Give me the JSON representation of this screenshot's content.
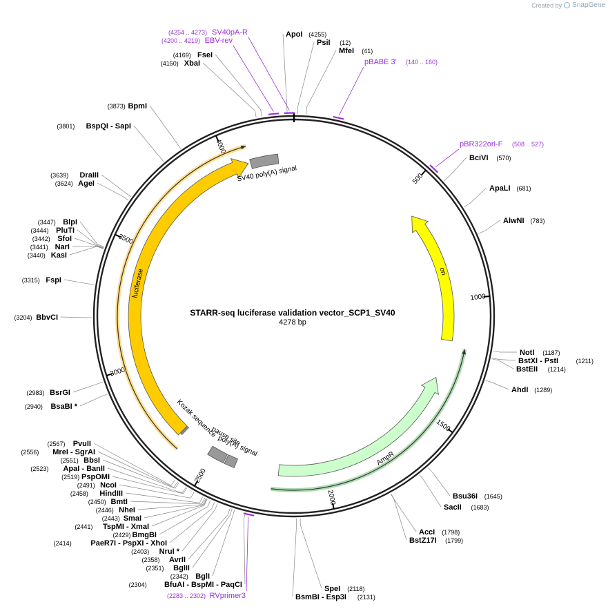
{
  "credit": {
    "prefix": "Created by",
    "brand": "SnapGene"
  },
  "plasmid": {
    "name": "STARR-seq luciferase validation vector_SCP1_SV40",
    "length_label": "4278 bp",
    "length": 4278
  },
  "ticks": [
    {
      "pos": 500,
      "label": "500"
    },
    {
      "pos": 1000,
      "label": "1000"
    },
    {
      "pos": 1500,
      "label": "1500"
    },
    {
      "pos": 2000,
      "label": "2000"
    },
    {
      "pos": 2500,
      "label": "2500"
    },
    {
      "pos": 3000,
      "label": "3000"
    },
    {
      "pos": 3500,
      "label": "3500"
    },
    {
      "pos": 4000,
      "label": "4000"
    }
  ],
  "features": [
    {
      "name": "ori",
      "start": 590,
      "end": 1175,
      "strand": -1,
      "color": "#ffff00"
    },
    {
      "name": "AmpR",
      "start": 1346,
      "end": 2206,
      "strand": -1,
      "color": "#ccffcc"
    },
    {
      "name": "luciferase",
      "start": 2665,
      "end": 4080,
      "strand": 1,
      "color": "#ffcc00"
    },
    {
      "name": "SV40 poly(A) signal",
      "start": 4090,
      "end": 4210,
      "strand": 0,
      "color": "#999999"
    },
    {
      "name": "poly(A) signal",
      "start": 2395,
      "end": 2440,
      "strand": 0,
      "color": "#999999"
    },
    {
      "name": "pause site",
      "start": 2445,
      "end": 2520,
      "strand": 0,
      "color": "#999999"
    },
    {
      "name": "Kozak sequence",
      "start": 2655,
      "end": 2662,
      "strand": 0,
      "color": "#999999"
    }
  ],
  "primers": [
    {
      "name": "SV40pA-R",
      "range": "(4254 .. 4273)",
      "site": 4263
    },
    {
      "name": "EBV-rev",
      "range": "(4200 .. 4219)",
      "site": 4210
    },
    {
      "name": "pBABE 3'",
      "range": "(140 .. 160)",
      "site": 150
    },
    {
      "name": "pBR322ori-F",
      "range": "(508 .. 527)",
      "site": 517
    },
    {
      "name": "RVprimer3",
      "range": "(2283 .. 2302)",
      "site": 2292
    }
  ],
  "enzymes": [
    {
      "label": "ApoI",
      "pos_label": "(4255)",
      "pos": 4255
    },
    {
      "label": "PsiI",
      "pos_label": "(12)",
      "pos": 12
    },
    {
      "label": "MfeI",
      "pos_label": "(41)",
      "pos": 41
    },
    {
      "label": "FseI",
      "pos_label": "(4169)",
      "pos": 4169
    },
    {
      "label": "XbaI",
      "pos_label": "(4150)",
      "pos": 4150
    },
    {
      "label": "BpmI",
      "pos_label": "(3873)",
      "pos": 3873
    },
    {
      "label": "BspQI - SapI",
      "pos_label": "(3801)",
      "pos": 3801
    },
    {
      "label": "DraIII",
      "pos_label": "(3639)",
      "pos": 3639
    },
    {
      "label": "AgeI",
      "pos_label": "(3624)",
      "pos": 3624
    },
    {
      "label": "BlpI",
      "pos_label": "(3447)",
      "pos": 3447
    },
    {
      "label": "PluTI",
      "pos_label": "(3444)",
      "pos": 3444
    },
    {
      "label": "SfoI",
      "pos_label": "(3442)",
      "pos": 3442
    },
    {
      "label": "NarI",
      "pos_label": "(3441)",
      "pos": 3441
    },
    {
      "label": "KasI",
      "pos_label": "(3440)",
      "pos": 3440
    },
    {
      "label": "FspI",
      "pos_label": "(3315)",
      "pos": 3315
    },
    {
      "label": "BbvCI",
      "pos_label": "(3204)",
      "pos": 3204
    },
    {
      "label": "BsrGI",
      "pos_label": "(2983)",
      "pos": 2983
    },
    {
      "label": "BsaBI *",
      "pos_label": "(2940)",
      "pos": 2940
    },
    {
      "label": "PvuII",
      "pos_label": "(2567)",
      "pos": 2567
    },
    {
      "label": "MreI - SgrAI",
      "pos_label": "(2556)",
      "pos": 2556
    },
    {
      "label": "BbsI",
      "pos_label": "(2551)",
      "pos": 2551
    },
    {
      "label": "ApaI - BanII",
      "pos_label": "(2523)",
      "pos": 2523
    },
    {
      "label": "PspOMI",
      "pos_label": "(2519)",
      "pos": 2519
    },
    {
      "label": "NcoI",
      "pos_label": "(2491)",
      "pos": 2491
    },
    {
      "label": "HindIII",
      "pos_label": "(2458)",
      "pos": 2458
    },
    {
      "label": "BmtI",
      "pos_label": "(2450)",
      "pos": 2450
    },
    {
      "label": "NheI",
      "pos_label": "(2446)",
      "pos": 2446
    },
    {
      "label": "SmaI",
      "pos_label": "(2443)",
      "pos": 2443
    },
    {
      "label": "TspMI - XmaI",
      "pos_label": "(2441)",
      "pos": 2441
    },
    {
      "label": "BmgBI",
      "pos_label": "(2429)",
      "pos": 2429
    },
    {
      "label": "PaeR7I - PspXI - XhoI",
      "pos_label": "(2414)",
      "pos": 2414
    },
    {
      "label": "NruI *",
      "pos_label": "(2403)",
      "pos": 2403
    },
    {
      "label": "AvrII",
      "pos_label": "(2358)",
      "pos": 2358
    },
    {
      "label": "BglII",
      "pos_label": "(2351)",
      "pos": 2351
    },
    {
      "label": "BglI",
      "pos_label": "(2342)",
      "pos": 2342
    },
    {
      "label": "BfuAI - BspMI - PaqCI",
      "pos_label": "(2304)",
      "pos": 2304
    },
    {
      "label": "SpeI",
      "pos_label": "(2118)",
      "pos": 2118
    },
    {
      "label": "BsmBI - Esp3I",
      "pos_label": "(2131)",
      "pos": 2131
    },
    {
      "label": "AccI",
      "pos_label": "(1798)",
      "pos": 1798
    },
    {
      "label": "BstZ17I",
      "pos_label": "(1799)",
      "pos": 1799
    },
    {
      "label": "Bsu36I",
      "pos_label": "(1645)",
      "pos": 1645
    },
    {
      "label": "SacII",
      "pos_label": "(1683)",
      "pos": 1683
    },
    {
      "label": "AhdI",
      "pos_label": "(1289)",
      "pos": 1289
    },
    {
      "label": "NotI",
      "pos_label": "(1187)",
      "pos": 1187
    },
    {
      "label": "BstXI - PstI",
      "pos_label": "(1211)",
      "pos": 1211
    },
    {
      "label": "BstEII",
      "pos_label": "(1214)",
      "pos": 1214
    },
    {
      "label": "AlwNI",
      "pos_label": "(783)",
      "pos": 783
    },
    {
      "label": "ApaLI",
      "pos_label": "(681)",
      "pos": 681
    },
    {
      "label": "BciVI",
      "pos_label": "(570)",
      "pos": 570
    }
  ]
}
